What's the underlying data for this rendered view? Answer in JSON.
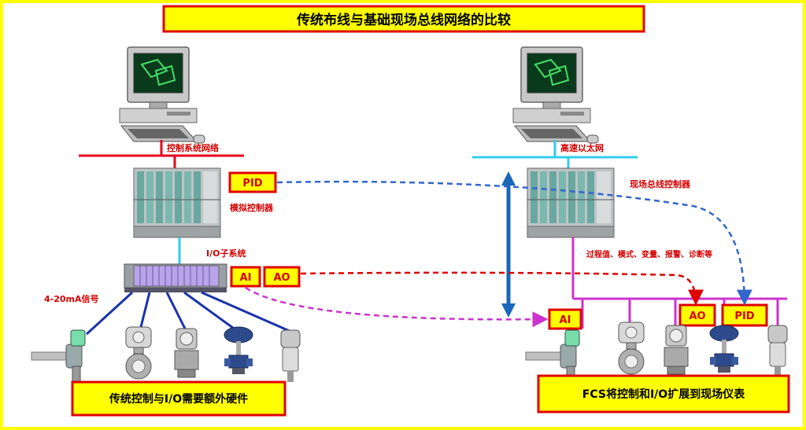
{
  "title": "传统布线与基础现场总线网络的比较",
  "left": {
    "network_label": "控制系统网络",
    "controller_label": "模拟控制器",
    "io_label": "I/O子系统",
    "signal_label": "4-20mA信号",
    "pid_tag": "PID",
    "ai_tag": "AI",
    "ao_tag": "AO",
    "caption": "传统控制与I/O需要额外硬件"
  },
  "right": {
    "network_label": "高速以太网",
    "controller_label": "现场总线控制器",
    "bus_label": "过程值、模式、变量、报警、诊断等",
    "ai_tag": "AI",
    "ao_tag": "AO",
    "pid_tag": "PID",
    "caption": "FCS将控制和I/O扩展到现场仪表"
  },
  "colors": {
    "title_fill": "#ffff00",
    "border_red": "#e00000",
    "text_red": "#d40000",
    "network_red": "#e8001c",
    "network_cyan": "#33ccee",
    "bus_magenta": "#cc33cc",
    "signal_blue": "#1a33aa",
    "dashed_blue": "#3366cc",
    "dashed_red": "#dd0000",
    "arrow_blue": "#1a66bb"
  },
  "icons": [
    "computer-icon",
    "controller-rack-icon",
    "io-rack-icon",
    "flowmeter-icon",
    "valve-icon",
    "transmitter-icon"
  ]
}
